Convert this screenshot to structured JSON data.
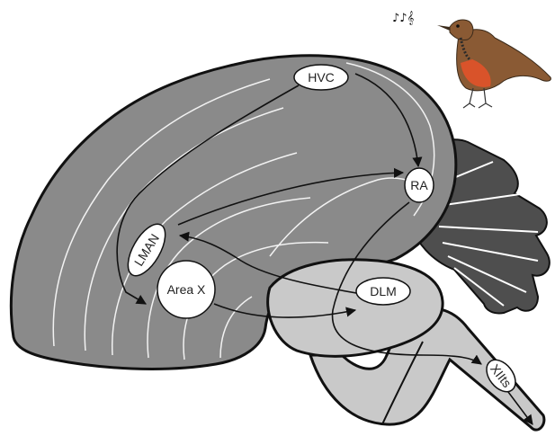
{
  "diagram": {
    "nuclei": {
      "hvc": "HVC",
      "ra": "RA",
      "lman": "LMAN",
      "area_x": "Area X",
      "dlm": "DLM",
      "xiits": "XIIts"
    },
    "music_notes": "♪♪𝄞",
    "colors": {
      "cerebrum": "#8a8a8a",
      "cerebellum": "#4e4e4e",
      "thalamus": "#c9c9c9",
      "brainstem": "#c9c9c9",
      "outline": "#111111",
      "sulcus": "#f2f2f2",
      "arrow": "#111111",
      "bird_body": "#8a5a34",
      "bird_breast": "#d9532a"
    },
    "icons": [
      "songbird-icon",
      "music-notes-icon"
    ]
  }
}
